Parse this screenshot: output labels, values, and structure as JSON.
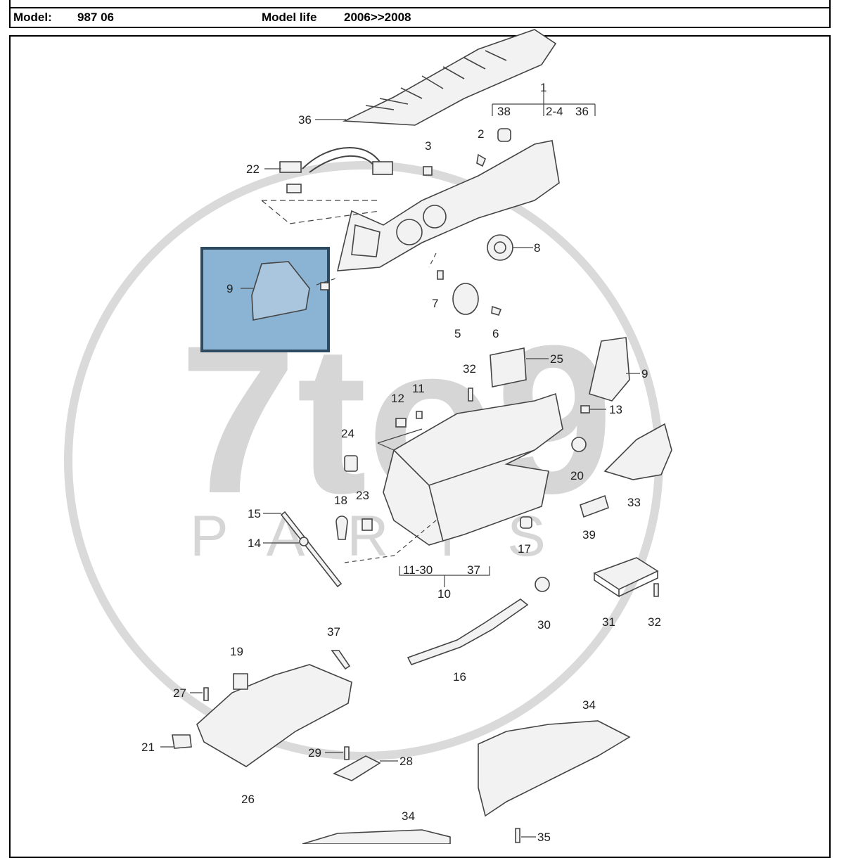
{
  "header": {
    "model_label": "Model:",
    "model_value": "987 06",
    "life_label": "Model life",
    "life_value": "2006>>2008"
  },
  "watermark": {
    "brand": "7to9",
    "sub": "PARTS"
  },
  "highlight_color": "#8bb4d4",
  "callouts": {
    "c1": "1",
    "c2_4": "2-4",
    "c36a": "36",
    "c38": "38",
    "c2": "2",
    "c3": "3",
    "c36": "36",
    "c22": "22",
    "c8": "8",
    "c9a": "9",
    "c7": "7",
    "c5": "5",
    "c6": "6",
    "c25": "25",
    "c9b": "9",
    "c32a": "32",
    "c11": "11",
    "c12": "12",
    "c13": "13",
    "c24": "24",
    "c20": "20",
    "c33": "33",
    "c15": "15",
    "c18": "18",
    "c23": "23",
    "c14": "14",
    "c39": "39",
    "c17": "17",
    "c11_30": "11-30",
    "c37a": "37",
    "c10": "10",
    "c30": "30",
    "c31": "31",
    "c32b": "32",
    "c37": "37",
    "c19": "19",
    "c16": "16",
    "c27": "27",
    "c34a": "34",
    "c21": "21",
    "c29": "29",
    "c28": "28",
    "c26": "26",
    "c34b": "34",
    "c35": "35"
  }
}
